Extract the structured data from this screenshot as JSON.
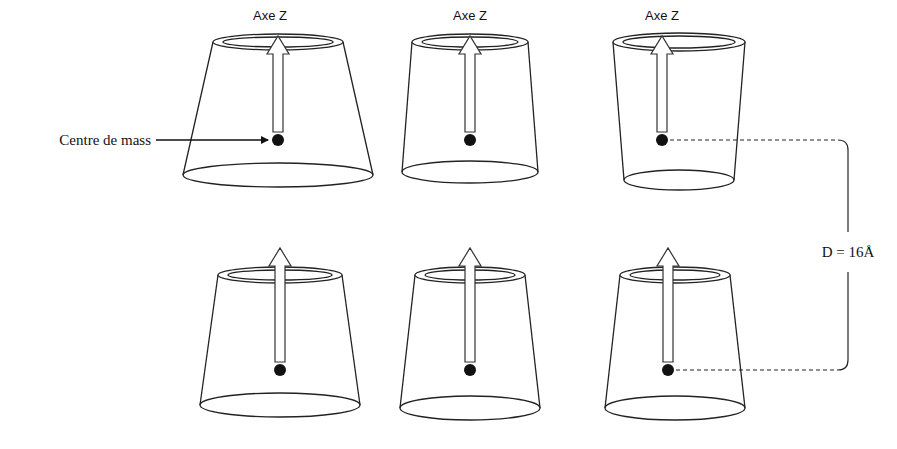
{
  "diagram": {
    "labels": [
      "Axe Z",
      "Axe Z",
      "Axe Z",
      "Centre de mass",
      "D = 16Å"
    ]
  }
}
